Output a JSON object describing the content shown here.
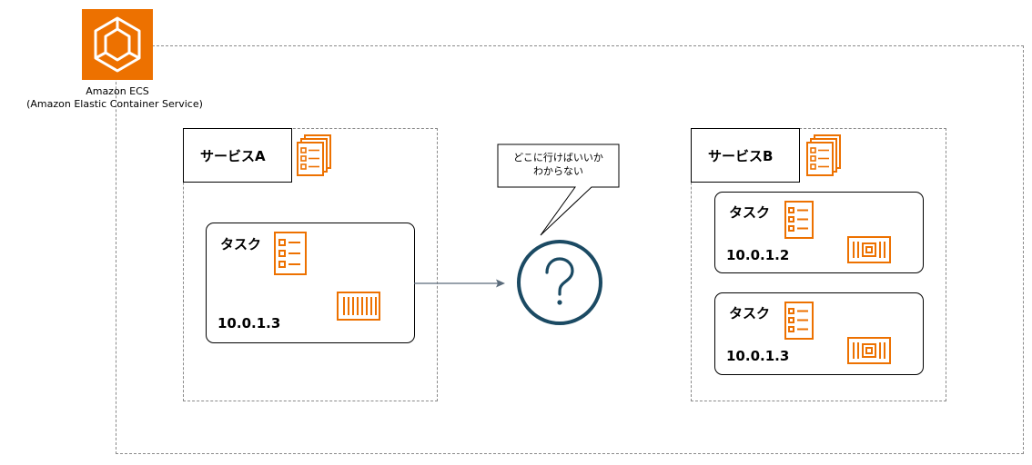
{
  "ecs": {
    "name": "Amazon ECS",
    "full_name": "(Amazon Elastic Container Service)",
    "icon": "ecs-icon",
    "color": "#ED7100"
  },
  "service_a": {
    "label": "サービスA",
    "task": {
      "label": "タスク",
      "ip": "10.0.1.3"
    }
  },
  "service_b": {
    "label": "サービスB",
    "tasks": [
      {
        "label": "タスク",
        "ip": "10.0.1.2"
      },
      {
        "label": "タスク",
        "ip": "10.0.1.3"
      }
    ]
  },
  "question": {
    "speech_line1": "どこに行けばいいか",
    "speech_line2": "わからない",
    "icon": "question-icon",
    "color": "#1B4A63"
  },
  "colors": {
    "aws_orange": "#ED7100",
    "border_dash": "#8a8a8a",
    "arrow": "#5a6b7b"
  }
}
